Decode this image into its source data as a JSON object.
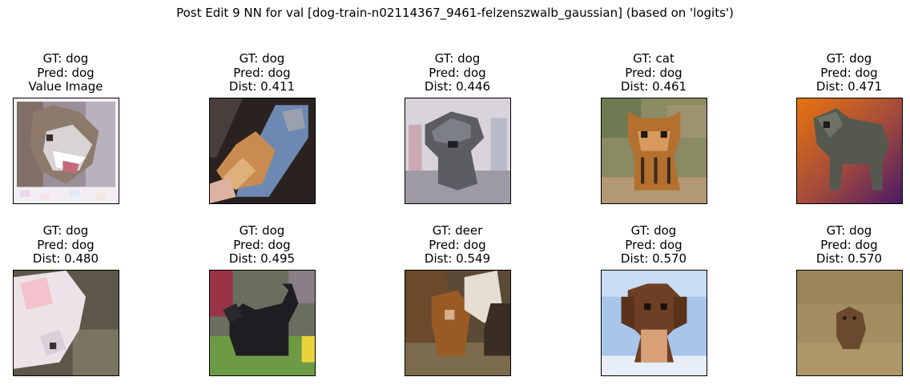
{
  "title": "Post Edit 9 NN for val [dog-train-n02114367_9461-felzenszwalb_gaussian] (based on 'logits')",
  "panels": [
    {
      "gt": "GT: dog",
      "pred": "Pred: dog",
      "info": "Value Image",
      "subject": "husky-dog-portrait"
    },
    {
      "gt": "GT: dog",
      "pred": "Pred: dog",
      "info": "Dist: 0.411",
      "subject": "dog-on-jeans"
    },
    {
      "gt": "GT: dog",
      "pred": "Pred: dog",
      "info": "Dist: 0.446",
      "subject": "gray-poodle"
    },
    {
      "gt": "GT: cat",
      "pred": "Pred: dog",
      "info": "Dist: 0.461",
      "subject": "tiger-cub"
    },
    {
      "gt": "GT: dog",
      "pred": "Pred: dog",
      "info": "Dist: 0.471",
      "subject": "gray-dog-orange-background"
    },
    {
      "gt": "GT: dog",
      "pred": "Pred: dog",
      "info": "Dist: 0.480",
      "subject": "white-dog-closeup"
    },
    {
      "gt": "GT: dog",
      "pred": "Pred: dog",
      "info": "Dist: 0.495",
      "subject": "black-scottie-on-grass"
    },
    {
      "gt": "GT: deer",
      "pred": "Pred: dog",
      "info": "Dist: 0.549",
      "subject": "brown-animals"
    },
    {
      "gt": "GT: dog",
      "pred": "Pred: dog",
      "info": "Dist: 0.570",
      "subject": "brown-puppy-sky"
    },
    {
      "gt": "GT: dog",
      "pred": "Pred: dog",
      "info": "Dist: 0.570",
      "subject": "small-dog-in-field"
    }
  ]
}
